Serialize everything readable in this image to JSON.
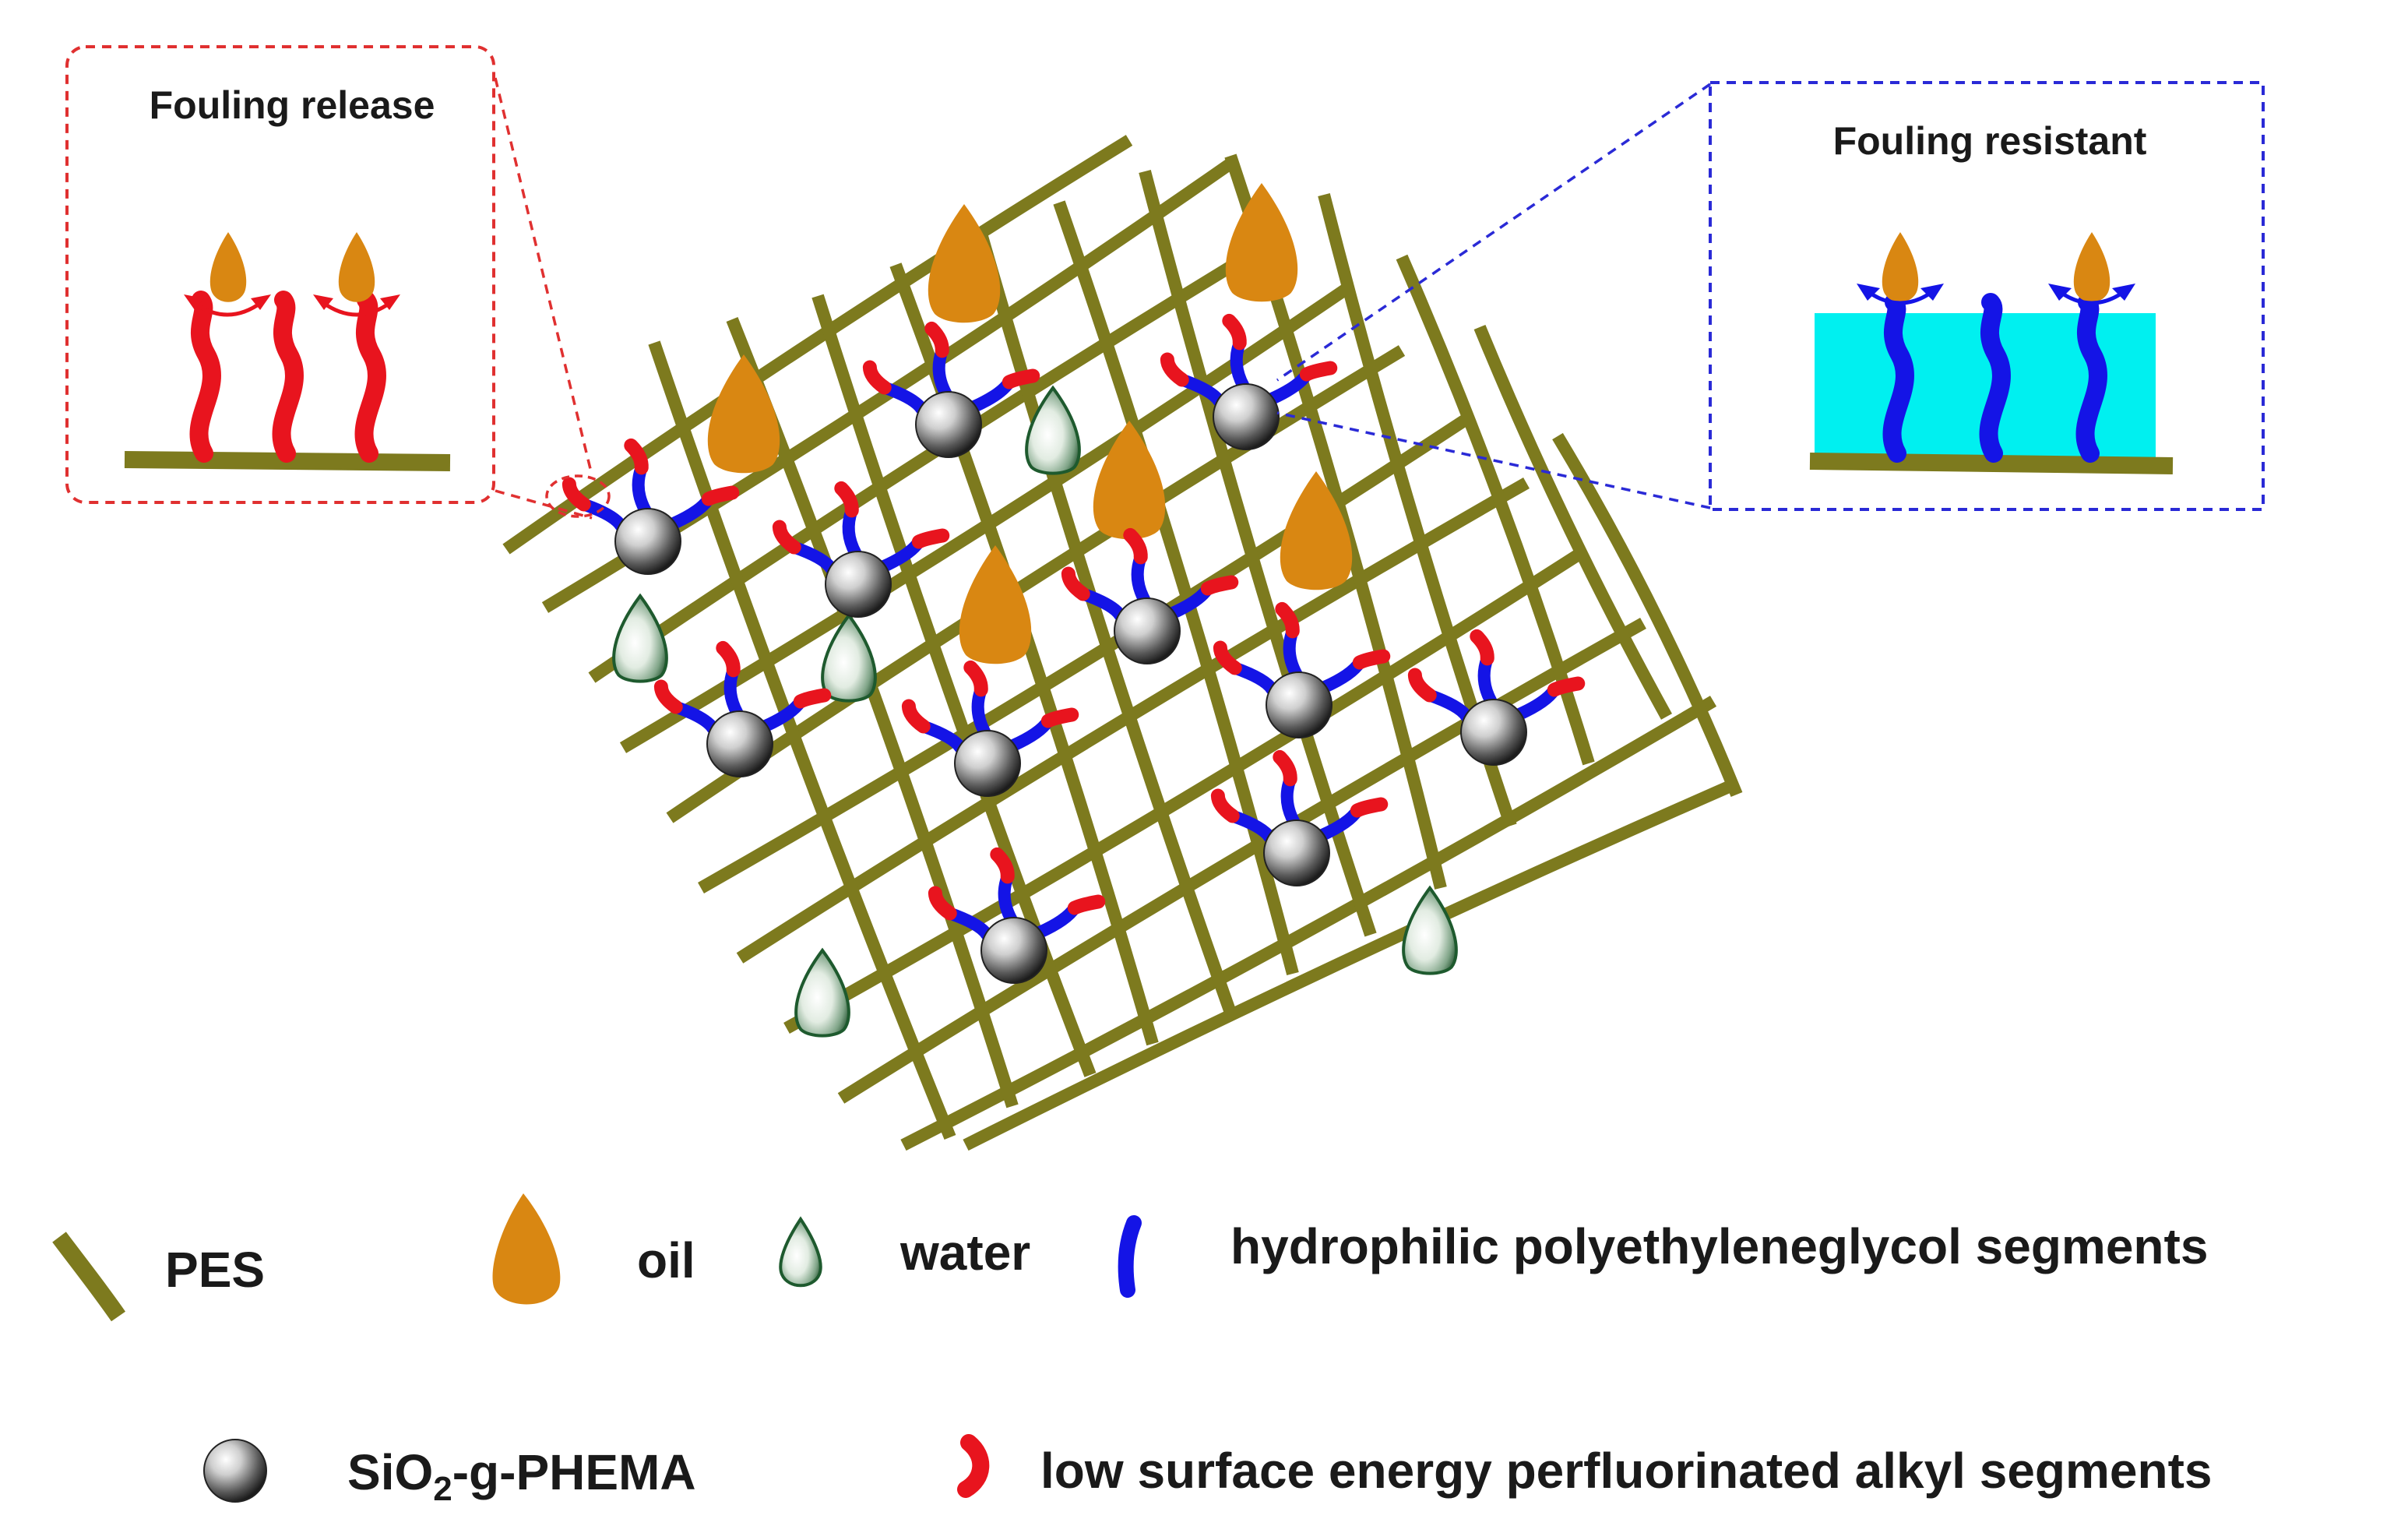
{
  "panels": {
    "left_title": "Fouling release",
    "right_title": "Fouling resistant"
  },
  "legend": {
    "pes": "PES",
    "oil": "oil",
    "water": "water",
    "peg": "hydrophilic polyethyleneglycol segments",
    "sio2_main": "SiO",
    "sio2_sub": "2",
    "sio2_rest": "-g-PHEMA",
    "fluoro": "low surface energy perfluorinated alkyl segments"
  },
  "colors": {
    "pes": "#7d7a1e",
    "oil": "#d98712",
    "water_dark": "#1e5a2e",
    "peg_blue": "#1414e6",
    "fluoro_red": "#e8141e",
    "cyan": "#00f0f0",
    "left_box": "#e03030",
    "right_box": "#2a2ad6"
  }
}
